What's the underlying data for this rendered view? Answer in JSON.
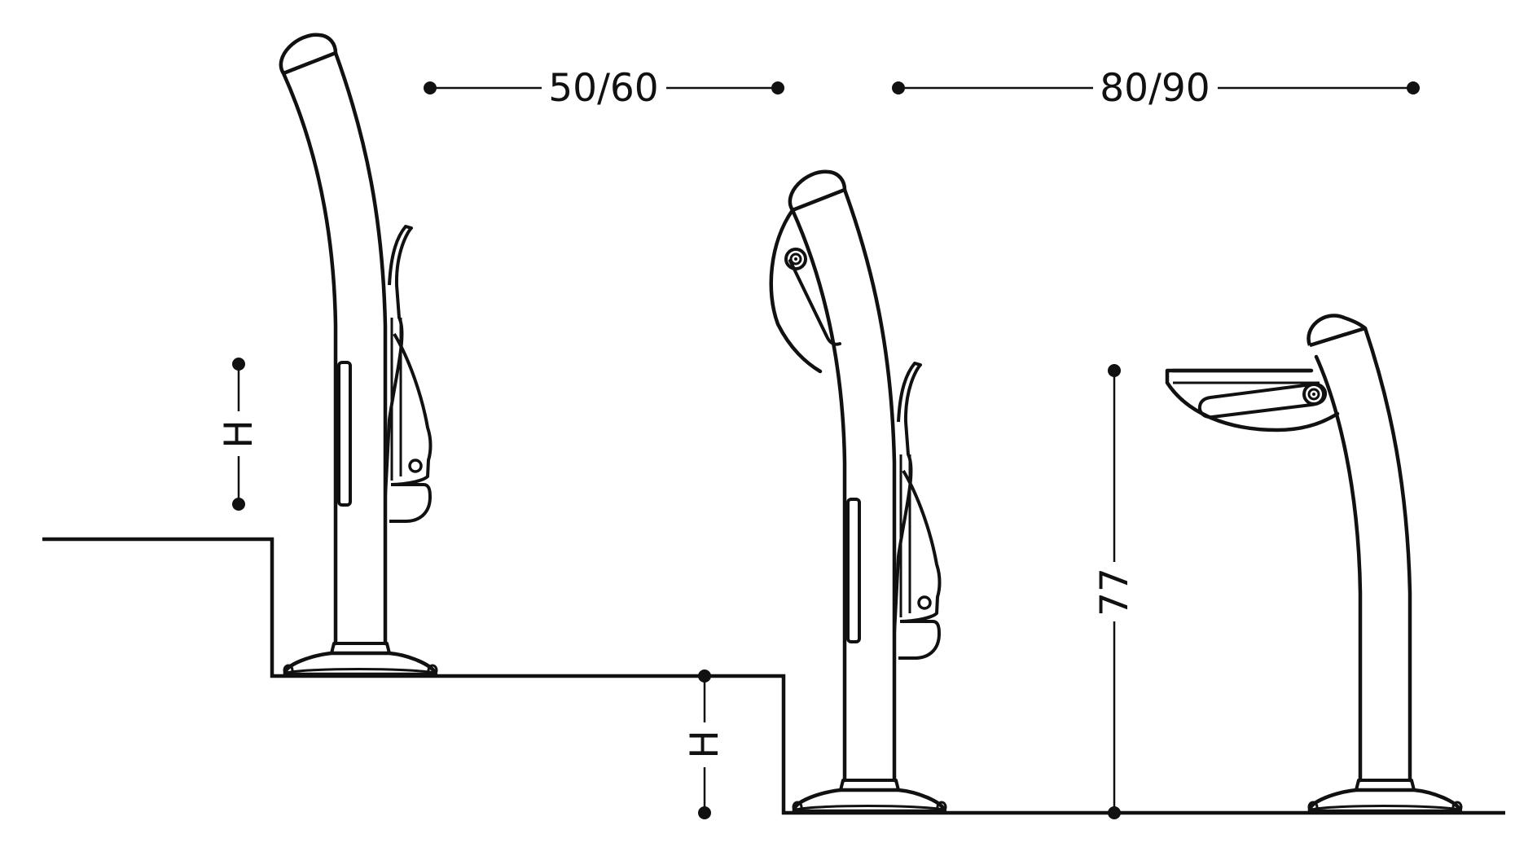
{
  "dimensions": {
    "spacing_a": "50/60",
    "spacing_b": "80/90",
    "step_height_upper": "H",
    "step_height_lower": "H",
    "seat_height": "77"
  },
  "colors": {
    "stroke": "#111111",
    "background": "#ffffff"
  }
}
